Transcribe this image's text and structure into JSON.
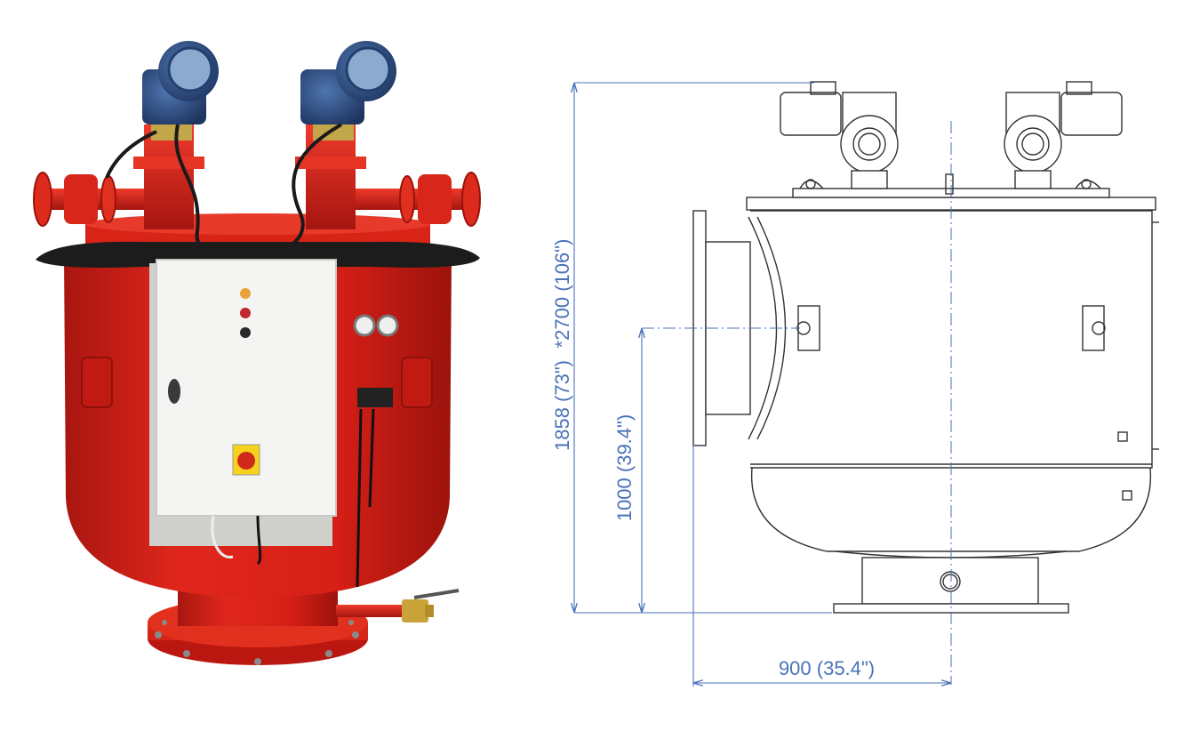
{
  "dimensions": {
    "overall_height_label": "*2700 (106\")",
    "body_height_label": "1858 (73\")",
    "inlet_height_label": "1000 (39.4\")",
    "half_width_label": "900 (35.4\")"
  },
  "colors": {
    "dimension": "#4a72b8",
    "filter_body": "#d41f17",
    "drawing_line": "#333333",
    "hose": "#1a1a1a",
    "motor": "#2f4f80",
    "panel": "#f4f4f2"
  },
  "icons": {
    "photo": "red-self-cleaning-filter-photo",
    "drawing": "technical-side-view-drawing"
  }
}
